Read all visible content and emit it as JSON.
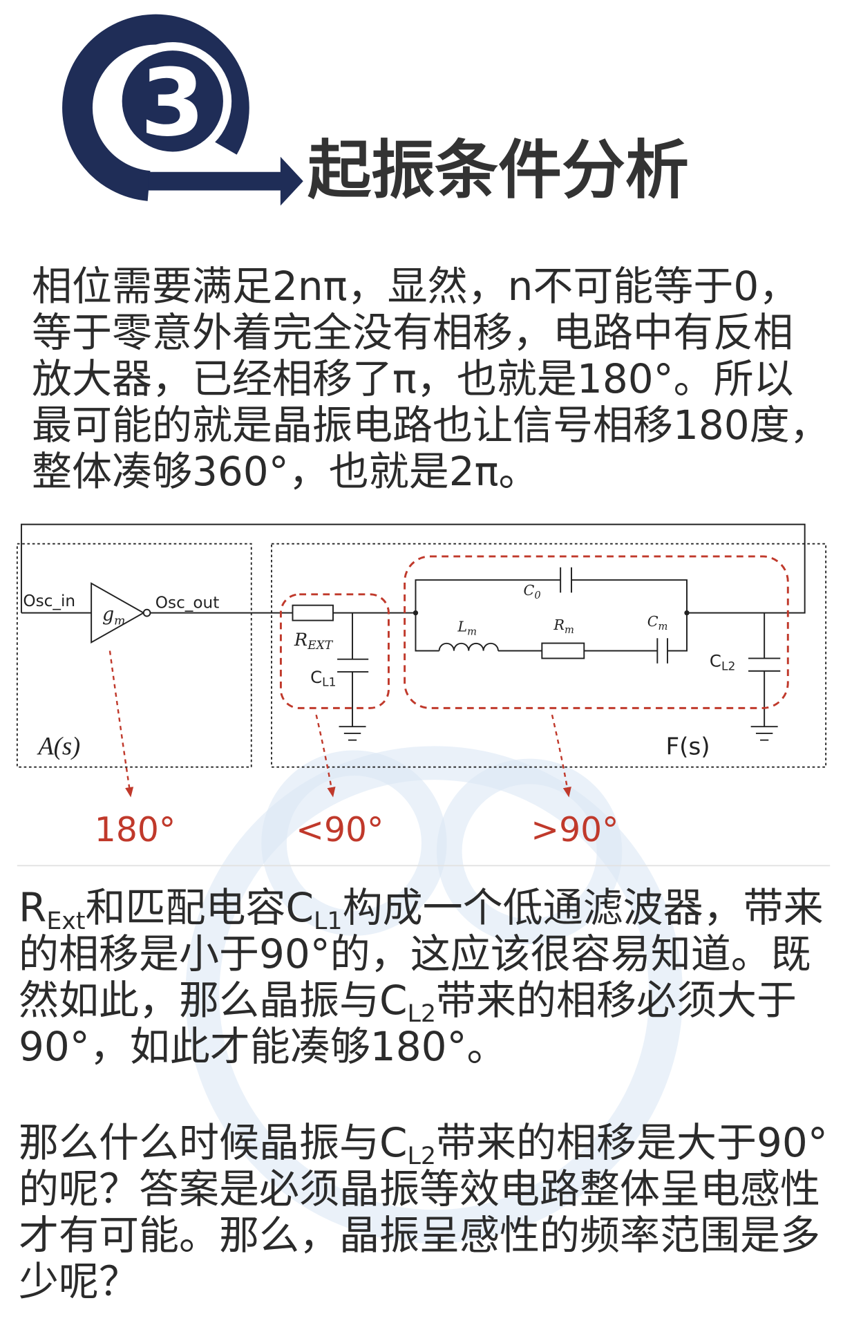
{
  "section": {
    "number": "3",
    "title": "起振条件分析"
  },
  "paragraph1": {
    "lines": [
      [
        {
          "text": "相位需要满足2nπ，显然，n不可能等于0，"
        }
      ],
      [
        {
          "text": "等于零意外着完全没有相移，电路中有反相"
        }
      ],
      [
        {
          "text": "放大器，已经相移了π，也就是180°。所以"
        }
      ],
      [
        {
          "text": "最可能的就是晶振电路也让信号相移180度，"
        }
      ],
      [
        {
          "text": "整体凑够360°，也就是2π。"
        }
      ]
    ]
  },
  "diagram": {
    "osc_in": "Osc_in",
    "osc_out": "Osc_out",
    "amplifier": {
      "text": "g",
      "sub": "m"
    },
    "r_ext": {
      "text": "R",
      "sub": "EXT"
    },
    "c_l1": {
      "text": "C",
      "sub": "L1"
    },
    "c0": {
      "text": "C",
      "sub": "0"
    },
    "lm": {
      "text": "L",
      "sub": "m"
    },
    "rm": {
      "text": "R",
      "sub": "m"
    },
    "cm": {
      "text": "C",
      "sub": "m"
    },
    "c_l2": {
      "text": "C",
      "sub": "L2"
    },
    "amplifier_block": "A(s)",
    "feedback_block": "F(s)",
    "phase_amplifier": "180°",
    "phase_lowpass": "<90°",
    "phase_crystal": ">90°"
  },
  "paragraph2": {
    "lines": [
      [
        {
          "text": "R"
        },
        {
          "sub": "Ext"
        },
        {
          "text": "和匹配电容C"
        },
        {
          "sub": "L1"
        },
        {
          "text": "构成一个低通滤波器，带来"
        }
      ],
      [
        {
          "text": "的相移是小于90°的，这应该很容易知道。既"
        }
      ],
      [
        {
          "text": "然如此，那么晶振与C"
        },
        {
          "sub": "L2"
        },
        {
          "text": "带来的相移必须大于"
        }
      ],
      [
        {
          "text": "90°，如此才能凑够180°。"
        }
      ]
    ]
  },
  "paragraph3": {
    "lines": [
      [
        {
          "text": "那么什么时候晶振与C"
        },
        {
          "sub": "L2"
        },
        {
          "text": "带来的相移是大于90°"
        }
      ],
      [
        {
          "text": "的呢？答案是必须晶振等效电路整体呈电感性"
        }
      ],
      [
        {
          "text": "才有可能。那么，晶振呈感性的频率范围是多"
        }
      ],
      [
        {
          "text": "少呢？"
        }
      ]
    ]
  },
  "colors": {
    "logo_navy": "#1f2d57",
    "title_text": "#333333",
    "body_text": "#2b2b2b",
    "phase_red": "#c0392b",
    "circuit_line": "#222222",
    "watermark_blue": "#d9e6f4"
  }
}
